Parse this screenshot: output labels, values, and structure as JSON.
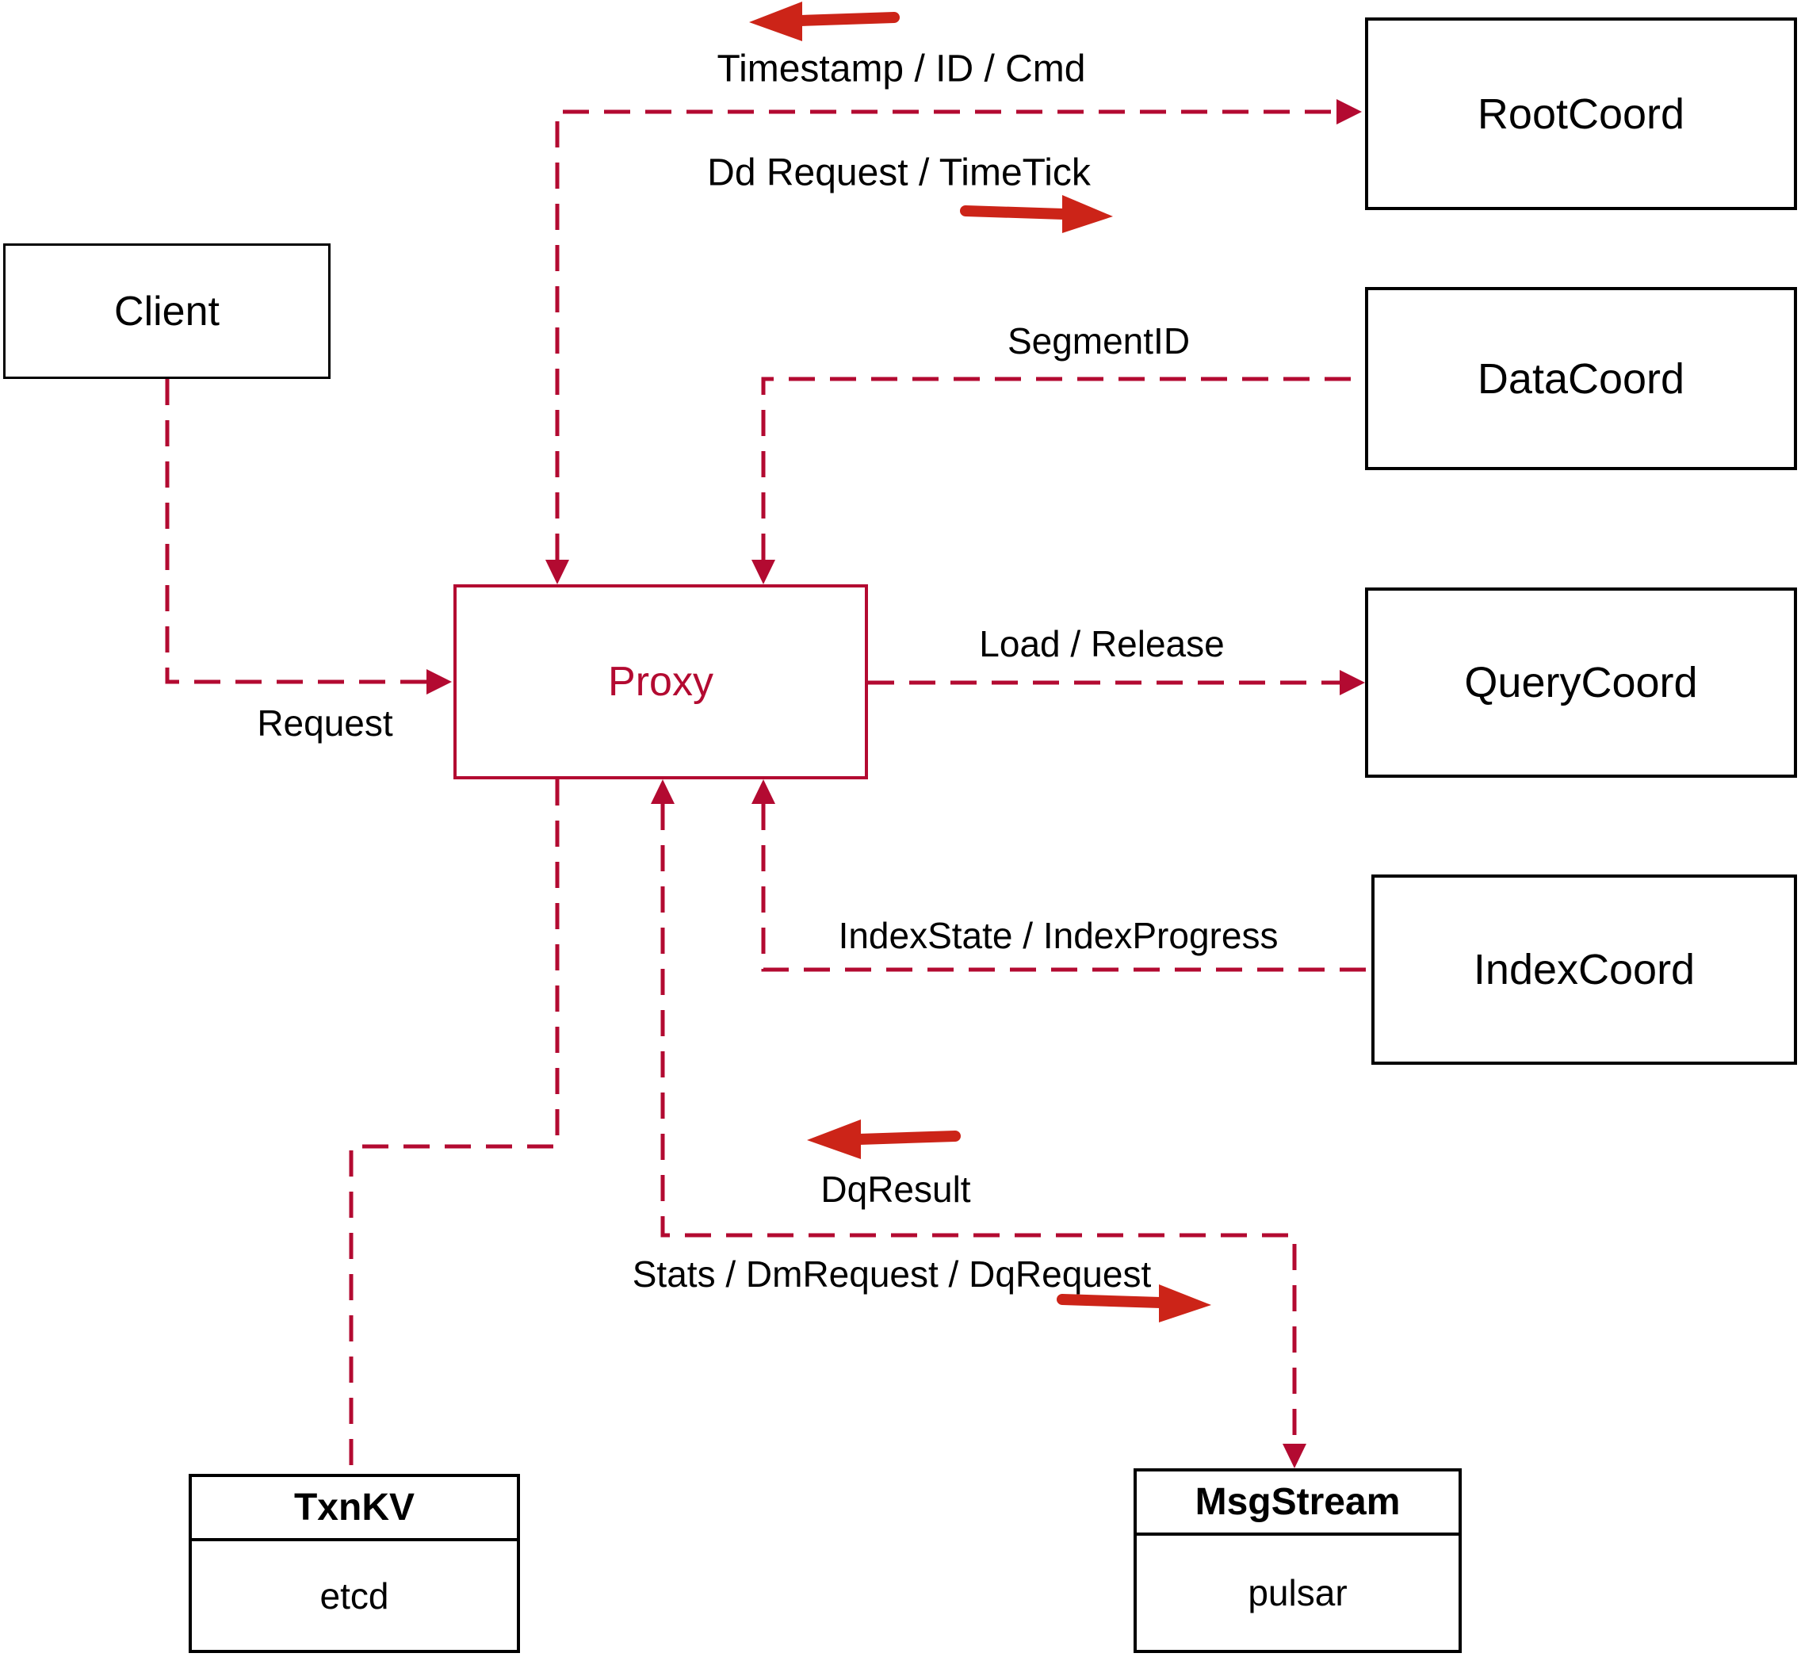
{
  "colors": {
    "line": "#b30a31",
    "arrow": "#cc2418",
    "border": "#000000",
    "text": "#000000",
    "background": "#ffffff"
  },
  "nodes": {
    "client": {
      "label": "Client"
    },
    "root_coord": {
      "label": "RootCoord"
    },
    "data_coord": {
      "label": "DataCoord"
    },
    "query_coord": {
      "label": "QueryCoord"
    },
    "index_coord": {
      "label": "IndexCoord"
    },
    "proxy": {
      "label": "Proxy"
    },
    "txn_kv": {
      "title": "TxnKV",
      "subtitle": "etcd"
    },
    "msg_stream": {
      "title": "MsgStream",
      "subtitle": "pulsar"
    }
  },
  "edge_labels": {
    "timestamp_id_cmd": "Timestamp / ID / Cmd",
    "dd_request_timetick": "Dd Request / TimeTick",
    "segment_id": "SegmentID",
    "request": "Request",
    "load_release": "Load / Release",
    "index_state_progress": "IndexState / IndexProgress",
    "dq_result": "DqResult",
    "stats_dm_dq": "Stats / DmRequest / DqRequest"
  },
  "icons": {
    "top_reply_arrow": "arrow-left-icon",
    "top_send_arrow": "arrow-right-icon",
    "dq_result_arrow": "arrow-left-icon",
    "stats_send_arrow": "arrow-right-icon",
    "connector_arrowhead": "triangle-arrowhead-icon"
  }
}
